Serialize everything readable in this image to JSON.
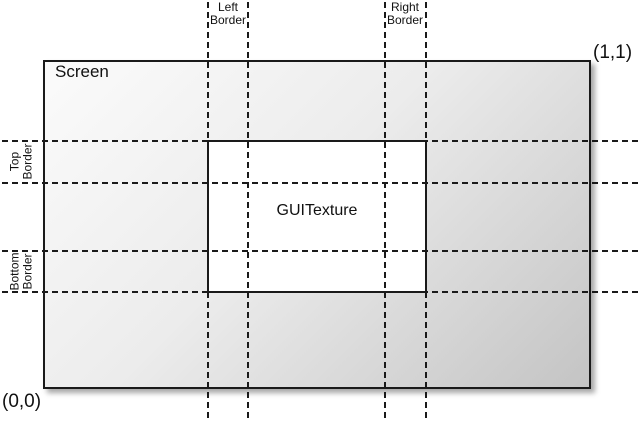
{
  "diagram": {
    "screen_label": "Screen",
    "texture_label": "GUITexture",
    "origin_coord": "(0,0)",
    "top_right_coord": "(1,1)",
    "border_labels": {
      "left": {
        "line1": "Left",
        "line2": "Border"
      },
      "right": {
        "line1": "Right",
        "line2": "Border"
      },
      "top": {
        "line1": "Top",
        "line2": "Border"
      },
      "bottom": {
        "line1": "Bottom",
        "line2": "Border"
      }
    },
    "colors": {
      "screen_gradient_start": "#fbfbfb",
      "screen_gradient_end": "#c4c4c4",
      "outline": "#1a1a1a",
      "texture_fill": "#ffffff",
      "dashed_line": "#1a1a1a",
      "text": "#111111"
    }
  }
}
